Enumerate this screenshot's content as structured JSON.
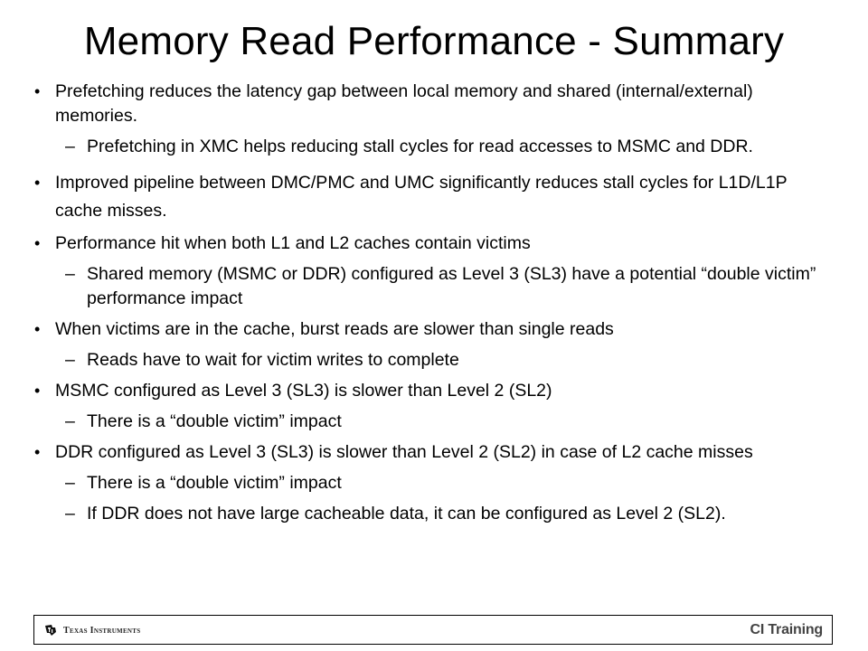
{
  "slide": {
    "title": "Memory Read Performance - Summary"
  },
  "bullets": [
    {
      "level": 1,
      "text": "Prefetching reduces the latency gap between local memory and shared (internal/external) memories."
    },
    {
      "level": 2,
      "text": "Prefetching in XMC helps reducing stall cycles for read accesses to MSMC and DDR."
    },
    {
      "level": 1,
      "text": "Improved pipeline between DMC/PMC and UMC significantly reduces stall cycles for L1D/L1P cache misses."
    },
    {
      "level": 1,
      "text": "Performance hit when both L1 and L2 caches contain victims"
    },
    {
      "level": 2,
      "text": "Shared memory (MSMC or DDR) configured as Level 3 (SL3) have a potential “double victim” performance impact"
    },
    {
      "level": 1,
      "text": "When victims are in the cache, burst reads are slower than single reads"
    },
    {
      "level": 2,
      "text": "Reads have to wait for victim writes to complete"
    },
    {
      "level": 1,
      "text": "MSMC configured as Level 3 (SL3) is slower than Level 2 (SL2)"
    },
    {
      "level": 2,
      "text": "There is a “double victim” impact"
    },
    {
      "level": 1,
      "text": "DDR configured as Level 3 (SL3) is slower than Level 2 (SL2) in case of L2 cache misses"
    },
    {
      "level": 2,
      "text": "There is a “double victim” impact"
    },
    {
      "level": 2,
      "text": "If DDR does not have large cacheable data, it can be configured as Level 2 (SL2)."
    }
  ],
  "markers": {
    "level1": "•",
    "level2": "–"
  },
  "footer": {
    "company": "Texas Instruments",
    "logo_icon": "ti-logo-icon",
    "right_label": "CI Training"
  }
}
